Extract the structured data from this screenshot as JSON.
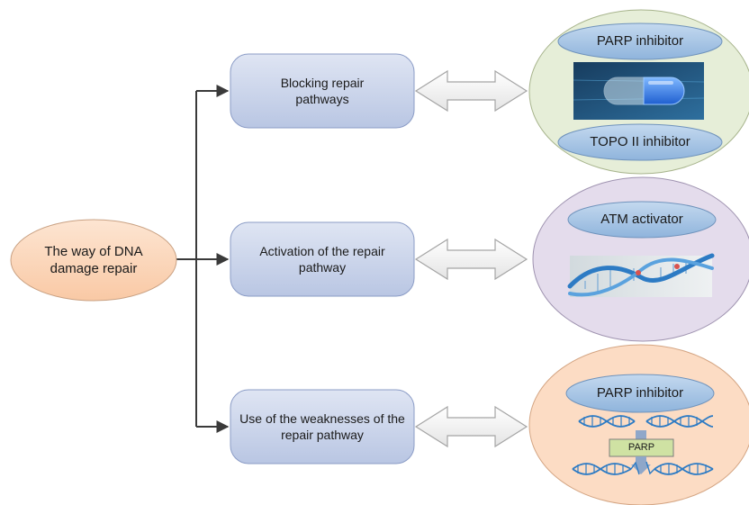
{
  "source": {
    "label": "The way of DNA damage repair"
  },
  "strategies": [
    {
      "label": "Blocking repair pathways"
    },
    {
      "label": "Activation of the repair pathway"
    },
    {
      "label": "Use of the weaknesses of the repair pathway"
    }
  ],
  "clusters": [
    {
      "pills": [
        "PARP inhibitor",
        "TOPO II inhibitor"
      ],
      "image": "capsule-pill-image"
    },
    {
      "pills": [
        "ATM activator"
      ],
      "image": "dna-helix-image"
    },
    {
      "pills": [
        "PARP inhibitor"
      ],
      "image": "dna-break-schematic",
      "enzyme_label": "PARP"
    }
  ],
  "colors": {
    "source_fill": "#fbd4b4",
    "strategy_fill": "#c9d3ea",
    "cluster_fills": [
      "#e6eed8",
      "#e4dcec",
      "#fcdcc4"
    ],
    "pill_fill": "#a9c7e6",
    "dna_blue": "#2d7bc4",
    "line": "#3a3a3a"
  }
}
